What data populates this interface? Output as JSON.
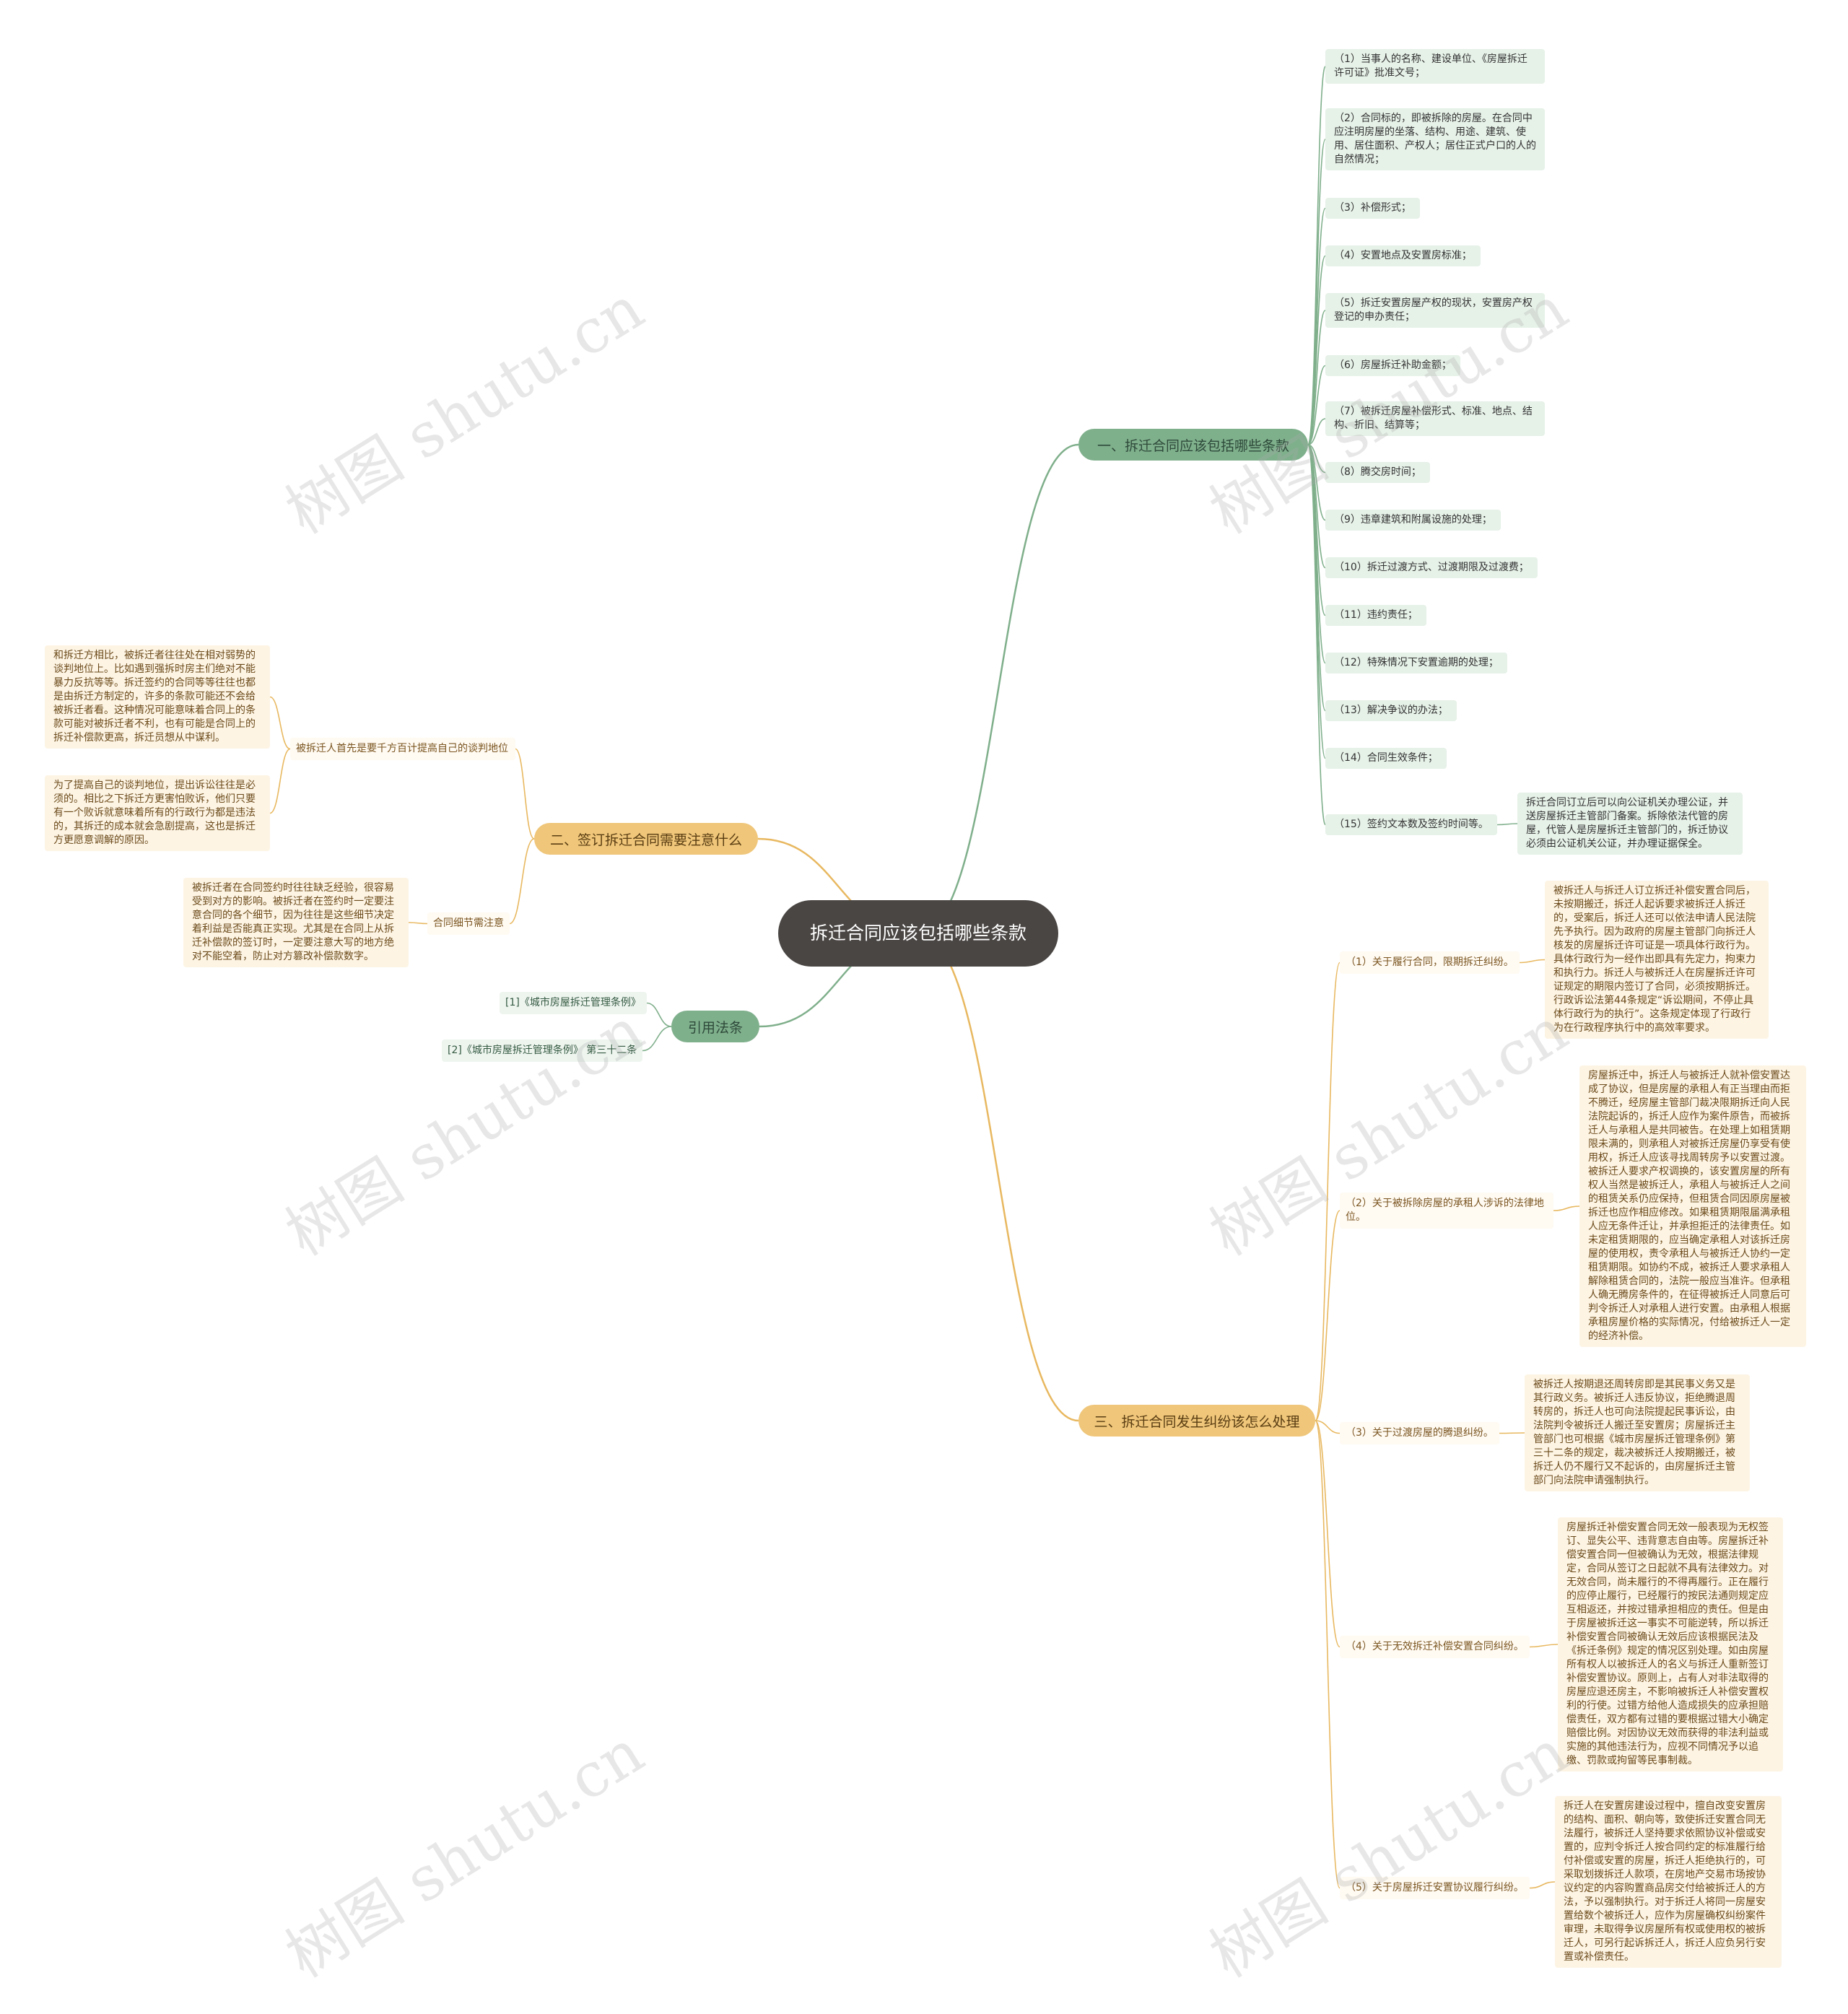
{
  "root": "拆迁合同应该包括哪些条款",
  "branch1": {
    "label": "一、拆迁合同应该包括哪些条款",
    "items": [
      "（1）当事人的名称、建设单位、《房屋拆迁许可证》批准文号；",
      "（2）合同标的，即被拆除的房屋。在合同中应注明房屋的坐落、结构、用途、建筑、使用、居住面积、产权人；居住正式户口的人的自然情况；",
      "（3）补偿形式；",
      "（4）安置地点及安置房标准；",
      "（5）拆迁安置房屋产权的现状，安置房产权登记的申办责任；",
      "（6）房屋拆迁补助金额；",
      "（7）被拆迁房屋补偿形式、标准、地点、结构、折旧、结算等；",
      "（8）腾交房时间；",
      "（9）违章建筑和附属设施的处理；",
      "（10）拆迁过渡方式、过渡期限及过渡费；",
      "（11）违约责任；",
      "（12）特殊情况下安置逾期的处理；",
      "（13）解决争议的办法；",
      "（14）合同生效条件；",
      "（15）签约文本数及签约时间等。"
    ],
    "item15_detail": "拆迁合同订立后可以向公证机关办理公证，并送房屋拆迁主管部门备案。拆除依法代管的房屋，代管人是房屋拆迁主管部门的，拆迁协议必须由公证机关公证，并办理证据保全。"
  },
  "branch2": {
    "label": "二、签订拆迁合同需要注意什么",
    "sub1": "被拆迁人首先是要千方百计提高自己的谈判地位",
    "sub1_detail1": "和拆迁方相比，被拆迁者往往处在相对弱势的谈判地位上。比如遇到强拆时房主们绝对不能暴力反抗等等。拆迁签约的合同等等往往也都是由拆迁方制定的，许多的条款可能还不会给被拆迁者看。这种情况可能意味着合同上的条款可能对被拆迁者不利，也有可能是合同上的拆迁补偿款更高，拆迁员想从中谋利。",
    "sub1_detail2": "为了提高自己的谈判地位，提出诉讼往往是必须的。相比之下拆迁方更害怕败诉，他们只要有一个败诉就意味着所有的行政行为都是违法的，其拆迁的成本就会急剧提高，这也是拆迁方更愿意调解的原因。",
    "sub2": "合同细节需注意",
    "sub2_detail": "被拆迁者在合同签约时往往缺乏经验，很容易受到对方的影响。被拆迁者在签约时一定要注意合同的各个细节，因为往往是这些细节决定着利益是否能真正实现。尤其是在合同上从拆迁补偿款的签订时，一定要注意大写的地方绝对不能空着，防止对方篡改补偿款数字。"
  },
  "branch_law": {
    "label": "引用法条",
    "items": [
      "[1]《城市房屋拆迁管理条例》",
      "[2]《城市房屋拆迁管理条例》 第三十二条"
    ]
  },
  "branch3": {
    "label": "三、拆迁合同发生纠纷该怎么处理",
    "subs": [
      {
        "label": "（1）关于履行合同，限期拆迁纠纷。",
        "detail": "被拆迁人与拆迁人订立拆迁补偿安置合同后，未按期搬迁，拆迁人起诉要求被拆迁人拆迁的，受案后，拆迁人还可以依法申请人民法院先予执行。因为政府的房屋主管部门向拆迁人核发的房屋拆迁许可证是一项具体行政行为。具体行政行为一经作出即具有先定力，拘束力和执行力。拆迁人与被拆迁人在房屋拆迁许可证规定的期限内签订了合同，必须按期拆迁。行政诉讼法第44条规定“诉讼期间，不停止具体行政行为的执行”。这条规定体现了行政行为在行政程序执行中的高效率要求。"
      },
      {
        "label": "（2）关于被拆除房屋的承租人涉诉的法律地位。",
        "detail": "房屋拆迁中，拆迁人与被拆迁人就补偿安置达成了协议，但是房屋的承租人有正当理由而拒不腾迁，经房屋主管部门裁决限期拆迁向人民法院起诉的，拆迁人应作为案件原告，而被拆迁人与承租人是共同被告。在处理上如租赁期限未满的，则承租人对被拆迁房屋仍享受有使用权，拆迁人应该寻找周转房予以安置过渡。被拆迁人要求产权调换的，该安置房屋的所有权人当然是被拆迁人，承租人与被拆迁人之间的租赁关系仍应保持，但租赁合同因原房屋被拆迁也应作相应修改。如果租赁期限届满承租人应无条件迁让，并承担拒迁的法律责任。如未定租赁期限的，应当确定承租人对该拆迁房屋的使用权，责令承租人与被拆迁人协约一定租赁期限。如协约不成，被拆迁人要求承租人解除租赁合同的，法院一般应当准许。但承租人确无腾房条件的，在征得被拆迁人同意后可判令拆迁人对承租人进行安置。由承租人根据承租房屋价格的实际情况，付给被拆迁人一定的经济补偿。"
      },
      {
        "label": "（3）关于过渡房屋的腾退纠纷。",
        "detail": "被拆迁人按期退还周转房即是其民事义务又是其行政义务。被拆迁人违反协议，拒绝腾退周转房的，拆迁人也可向法院提起民事诉讼，由法院判令被拆迁人搬迁至安置房；房屋拆迁主管部门也可根据《城市房屋拆迁管理条例》第三十二条的规定，裁决被拆迁人按期搬迁，被拆迁人仍不履行又不起诉的，由房屋拆迁主管部门向法院申请强制执行。"
      },
      {
        "label": "（4）关于无效拆迁补偿安置合同纠纷。",
        "detail": "房屋拆迁补偿安置合同无效一般表现为无权签订、显失公平、违背意志自由等。房屋拆迁补偿安置合同一但被确认为无效，根据法律规定，合同从签订之日起就不具有法律效力。对无效合同，尚未履行的不得再履行。正在履行的应停止履行，已经履行的按民法通则规定应互相返还，并按过错承担相应的责任。但是由于房屋被拆迁这一事实不可能逆转，所以拆迁补偿安置合同被确认无效后应该根据民法及《拆迁条例》规定的情况区别处理。如由房屋所有权人以被拆迁人的名义与拆迁人重新签订补偿安置协议。原则上，占有人对非法取得的房屋应退还房主，不影响被拆迁人补偿安置权利的行使。过错方给他人造成损失的应承担赔偿责任，双方都有过错的要根据过错大小确定赔偿比例。对因协议无效而获得的非法利益或实施的其他违法行为，应视不同情况予以追缴、罚款或拘留等民事制裁。"
      },
      {
        "label": "（5）关于房屋拆迁安置协议履行纠纷。",
        "detail": "拆迁人在安置房建设过程中，擅自改变安置房的结构、面积、朝向等，致使拆迁安置合同无法履行，被拆迁人坚持要求依照协议补偿或安置的，应判令拆迁人按合同约定的标准履行给付补偿或安置的房屋，拆迁人拒绝执行的，可采取划拨拆迁人款项，在房地产交易市场按协议约定的内容购置商品房交付给被拆迁人的方法，予以强制执行。对于拆迁人将同一房屋安置给数个被拆迁人，应作为房屋确权纠纷案件审理，未取得争议房屋所有权或使用权的被拆迁人，可另行起诉拆迁人，拆迁人应负另行安置或补偿责任。"
      }
    ]
  },
  "watermark": "树图 shutu.cn",
  "colors": {
    "green_branch": "#7fb08c",
    "orange_branch": "#efc67a",
    "green_line": "#7faf8b",
    "orange_line": "#e8b860",
    "root": "#4a4644"
  }
}
